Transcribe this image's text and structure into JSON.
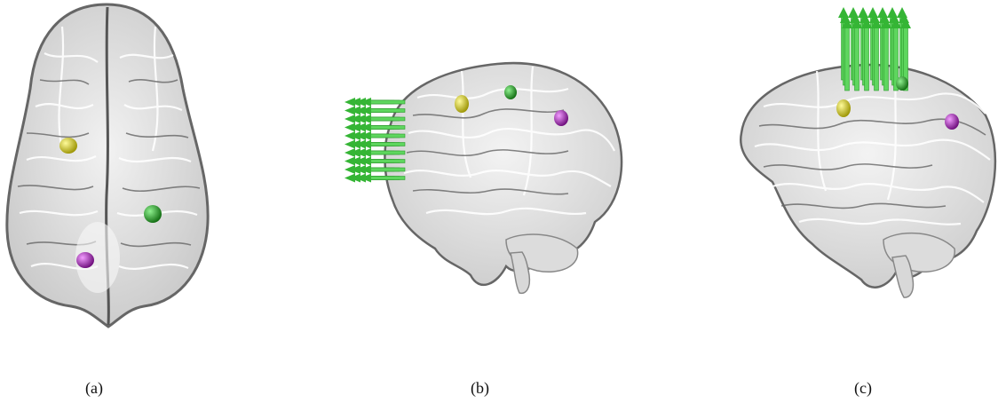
{
  "figure": {
    "panels": [
      {
        "id": "a",
        "caption": "(a)",
        "view": "top",
        "markers": [
          "yellow",
          "green",
          "magenta"
        ],
        "stimulus": "none"
      },
      {
        "id": "b",
        "caption": "(b)",
        "view": "side",
        "markers": [
          "yellow",
          "green",
          "magenta"
        ],
        "stimulus": "green-arrows-horizontal"
      },
      {
        "id": "c",
        "caption": "(c)",
        "view": "side-oblique",
        "markers": [
          "yellow",
          "green",
          "magenta"
        ],
        "stimulus": "green-arrows-vertical"
      }
    ],
    "colors": {
      "brain_fill": "#e6e6e6",
      "brain_stroke": "#555555",
      "gyri": "#ffffff",
      "marker_yellow": "#e8e02a",
      "marker_green": "#2faa2f",
      "marker_magenta": "#c22ad0",
      "arrow_green": "#5ed65e"
    }
  }
}
